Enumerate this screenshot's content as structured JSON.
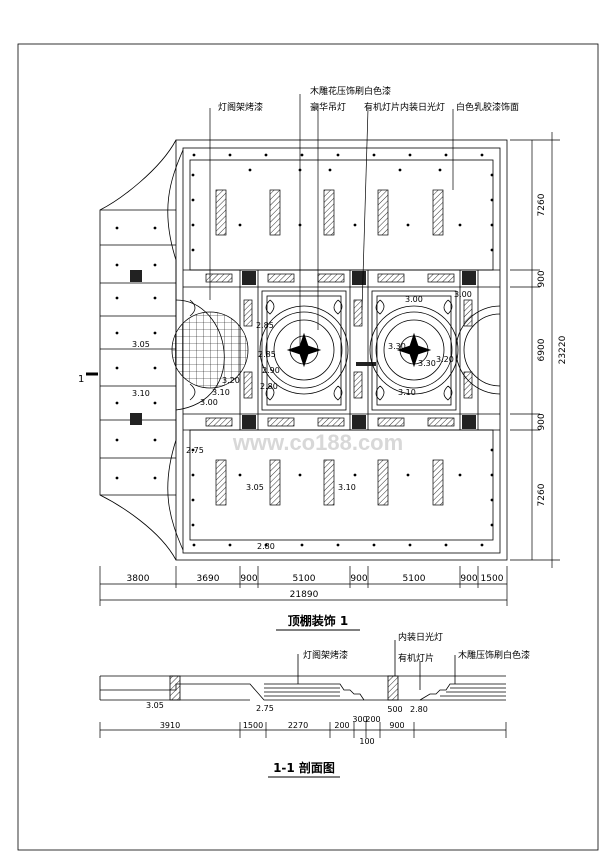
{
  "callouts": {
    "wood_carving": "木雕花压饰刷白色漆",
    "lamp_frame": "灯阁架烤漆",
    "chandelier": "豪华吊灯",
    "fluorescent": "有机灯片内装日光灯",
    "white_paint": "白色乳胶漆饰面"
  },
  "elevations": {
    "e1": "3.00",
    "e2": "2.85",
    "e3": "2.85",
    "e4": "2.90",
    "e5": "2.80",
    "e6": "3.20",
    "e7": "3.10",
    "e8": "3.00",
    "e9": "3.05",
    "e10": "3.10",
    "e11": "2.75",
    "e12": "3.05",
    "e13": "3.10",
    "e14": "2.80",
    "e15": "3.30",
    "e16": "3.30",
    "e17": "3.20",
    "e18": "3.10",
    "e19": "3.00"
  },
  "right_dims": {
    "d1": "7260",
    "d2": "900",
    "d3": "6900",
    "d4": "900",
    "d5": "7260",
    "total": "23220"
  },
  "bottom_dims": {
    "d1": "3800",
    "d2": "3690",
    "d3": "900",
    "d4": "5100",
    "d5": "900",
    "d6": "5100",
    "d7": "900",
    "d8": "1500",
    "total": "21890"
  },
  "section_marker": "1",
  "plan_title": "顶棚装饰 1",
  "section": {
    "fluorescent": "内装日光灯",
    "organic_panel": "有机灯片",
    "lamp_frame": "灯阁架烤漆",
    "wood_carving": "木雕压饰刷白色漆",
    "e1": "3.05",
    "e2": "2.75",
    "e3": "2.80",
    "d1": "3910",
    "d2": "1500",
    "d3": "2270",
    "d4": "200",
    "d5": "300",
    "d6": "200",
    "d7": "900",
    "d8": "500",
    "d9": "100",
    "title": "1-1 剖面图"
  },
  "watermark": "www.co188.com"
}
